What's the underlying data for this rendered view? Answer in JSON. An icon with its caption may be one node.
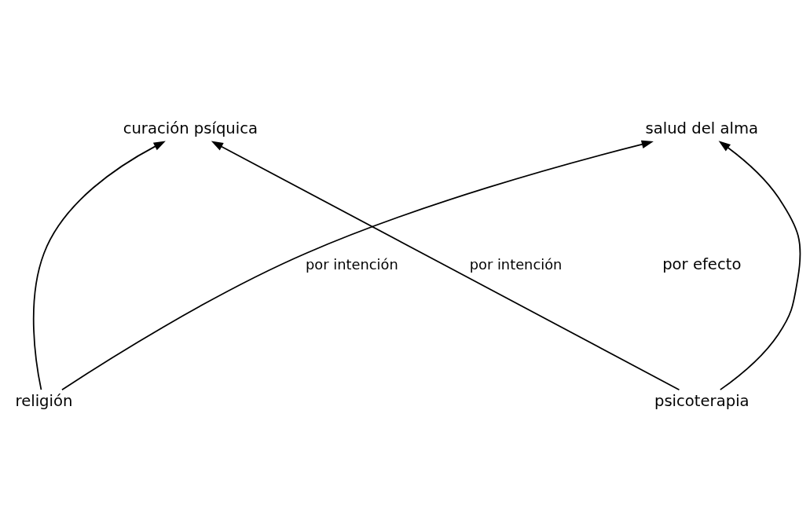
{
  "diagram": {
    "nodes": [
      {
        "text": [
          "curación psíquica"
        ]
      },
      {
        "text": [
          "salud del alma"
        ]
      },
      {
        "text": [
          "psicoterapia"
        ]
      },
      {
        "text": [
          "religión"
        ]
      }
    ],
    "edges": [
      {
        "from": 2,
        "to": 0,
        "arrow": "to",
        "label": "por intención"
      },
      {
        "from": 2,
        "to": 1,
        "arrow": "to"
      },
      {
        "from": 3,
        "to": 0,
        "arrow": "to"
      },
      {
        "from": 3,
        "to": 1,
        "arrow": "to",
        "label": "por intención"
      }
    ],
    "labels": [
      "por efecto"
    ]
  }
}
